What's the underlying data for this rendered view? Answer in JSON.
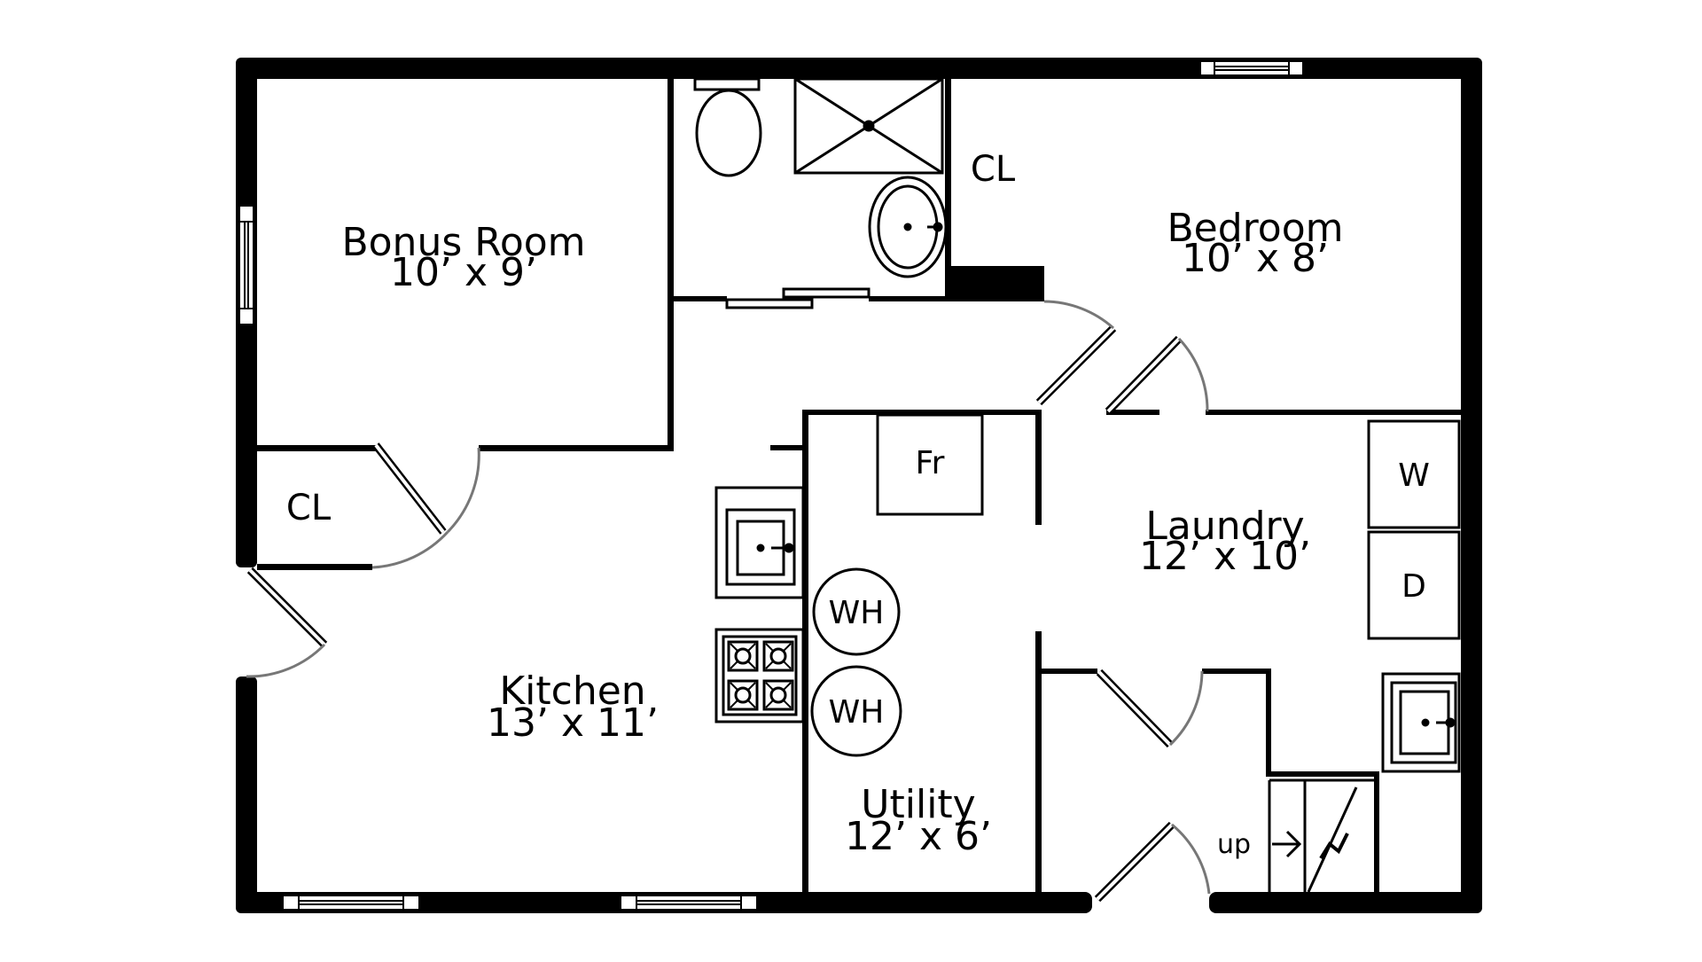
{
  "rooms": {
    "bonus": {
      "name": "Bonus Room",
      "size": "10’ x 9’"
    },
    "bedroom": {
      "name": "Bedroom",
      "size": "10’ x 8’"
    },
    "kitchen": {
      "name": "Kitchen",
      "size": "13’ x 11’"
    },
    "laundry": {
      "name": "Laundry",
      "size": "12’ x 10’"
    },
    "utility": {
      "name": "Utility",
      "size": "12’ x 6’"
    }
  },
  "closets": {
    "bath_closet": "CL",
    "bonus_closet": "CL"
  },
  "fixtures": {
    "fridge": "Fr",
    "water_heater_1": "WH",
    "water_heater_2": "WH",
    "washer": "W",
    "dryer": "D"
  },
  "stairs": {
    "label": "up"
  }
}
